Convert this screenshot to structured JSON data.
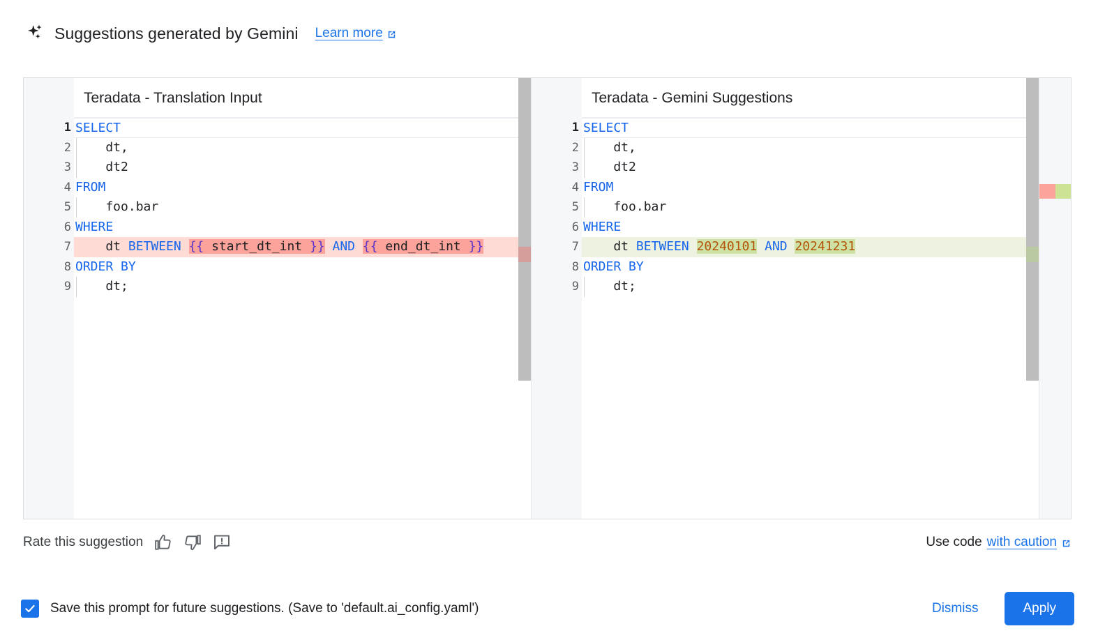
{
  "header": {
    "icon": "gemini-spark-icon",
    "title": "Suggestions generated by Gemini",
    "learn_more": "Learn more",
    "learn_more_icon": "external-link-icon"
  },
  "diff": {
    "left": {
      "title": "Teradata - Translation Input",
      "lines": [
        {
          "n": "1",
          "sign": "",
          "state": "active",
          "tokens": [
            {
              "t": "SELECT",
              "c": "kw"
            }
          ]
        },
        {
          "n": "2",
          "sign": "",
          "state": "",
          "indent": true,
          "tokens": [
            {
              "t": "    dt,",
              "c": "pl"
            }
          ]
        },
        {
          "n": "3",
          "sign": "",
          "state": "",
          "indent": true,
          "tokens": [
            {
              "t": "    dt2",
              "c": "pl"
            }
          ]
        },
        {
          "n": "4",
          "sign": "",
          "state": "",
          "tokens": [
            {
              "t": "FROM",
              "c": "kw"
            }
          ]
        },
        {
          "n": "5",
          "sign": "",
          "state": "",
          "indent": true,
          "tokens": [
            {
              "t": "    foo.bar",
              "c": "pl"
            }
          ]
        },
        {
          "n": "6",
          "sign": "",
          "state": "",
          "tokens": [
            {
              "t": "WHERE",
              "c": "kw"
            }
          ]
        },
        {
          "n": "7",
          "sign": "—",
          "state": "del",
          "tokens": [
            {
              "t": "    dt ",
              "c": "pl"
            },
            {
              "t": "BETWEEN",
              "c": "kw"
            },
            {
              "t": " ",
              "c": "pl"
            },
            {
              "t": "{{",
              "c": "brc",
              "hl": "del"
            },
            {
              "t": " start_dt_int ",
              "c": "pl",
              "hl": "del"
            },
            {
              "t": "}}",
              "c": "brc",
              "hl": "del"
            },
            {
              "t": " ",
              "c": "pl"
            },
            {
              "t": "AND",
              "c": "kw"
            },
            {
              "t": " ",
              "c": "pl"
            },
            {
              "t": "{{",
              "c": "brc",
              "hl": "del"
            },
            {
              "t": " end_dt_int ",
              "c": "pl",
              "hl": "del"
            },
            {
              "t": "}}",
              "c": "brc",
              "hl": "del"
            }
          ]
        },
        {
          "n": "8",
          "sign": "",
          "state": "",
          "tokens": [
            {
              "t": "ORDER BY",
              "c": "kw"
            }
          ]
        },
        {
          "n": "9",
          "sign": "",
          "state": "",
          "indent": true,
          "tokens": [
            {
              "t": "    dt;",
              "c": "pl"
            }
          ]
        }
      ]
    },
    "right": {
      "title": "Teradata - Gemini Suggestions",
      "lines": [
        {
          "n": "1",
          "sign": "",
          "state": "active",
          "tokens": [
            {
              "t": "SELECT",
              "c": "kw"
            }
          ]
        },
        {
          "n": "2",
          "sign": "",
          "state": "",
          "indent": true,
          "tokens": [
            {
              "t": "    dt,",
              "c": "pl"
            }
          ]
        },
        {
          "n": "3",
          "sign": "",
          "state": "",
          "indent": true,
          "tokens": [
            {
              "t": "    dt2",
              "c": "pl"
            }
          ]
        },
        {
          "n": "4",
          "sign": "",
          "state": "",
          "tokens": [
            {
              "t": "FROM",
              "c": "kw"
            }
          ]
        },
        {
          "n": "5",
          "sign": "",
          "state": "",
          "indent": true,
          "tokens": [
            {
              "t": "    foo.bar",
              "c": "pl"
            }
          ]
        },
        {
          "n": "6",
          "sign": "",
          "state": "",
          "tokens": [
            {
              "t": "WHERE",
              "c": "kw"
            }
          ]
        },
        {
          "n": "7",
          "sign": "+",
          "state": "ins",
          "tokens": [
            {
              "t": "    dt ",
              "c": "pl"
            },
            {
              "t": "BETWEEN",
              "c": "kw"
            },
            {
              "t": " ",
              "c": "pl"
            },
            {
              "t": "20240101",
              "c": "num",
              "hl": "ins"
            },
            {
              "t": " ",
              "c": "pl"
            },
            {
              "t": "AND",
              "c": "kw"
            },
            {
              "t": " ",
              "c": "pl"
            },
            {
              "t": "20241231",
              "c": "num",
              "hl": "ins"
            }
          ]
        },
        {
          "n": "8",
          "sign": "",
          "state": "",
          "tokens": [
            {
              "t": "ORDER BY",
              "c": "kw"
            }
          ]
        },
        {
          "n": "9",
          "sign": "",
          "state": "",
          "indent": true,
          "tokens": [
            {
              "t": "    dt;",
              "c": "pl"
            }
          ]
        }
      ]
    }
  },
  "rate": {
    "label": "Rate this suggestion",
    "thumb_up_icon": "thumb-up-icon",
    "thumb_down_icon": "thumb-down-icon",
    "report_icon": "report-feedback-icon",
    "caution_prefix": "Use code",
    "caution_link": "with caution",
    "caution_icon": "external-link-icon"
  },
  "footer": {
    "checkbox_checked": true,
    "save_label": "Save this prompt for future suggestions. (Save to 'default.ai_config.yaml')",
    "dismiss_label": "Dismiss",
    "apply_label": "Apply"
  },
  "colors": {
    "accent": "#1a73e8",
    "diff_removed_line": "#ffdbd6",
    "diff_removed_token": "#fca49c",
    "diff_added_line": "#eef2e0",
    "diff_added_token": "#cfe2a5",
    "keyword": "#1565ec",
    "number": "#b35309",
    "brace": "#5533cc"
  }
}
